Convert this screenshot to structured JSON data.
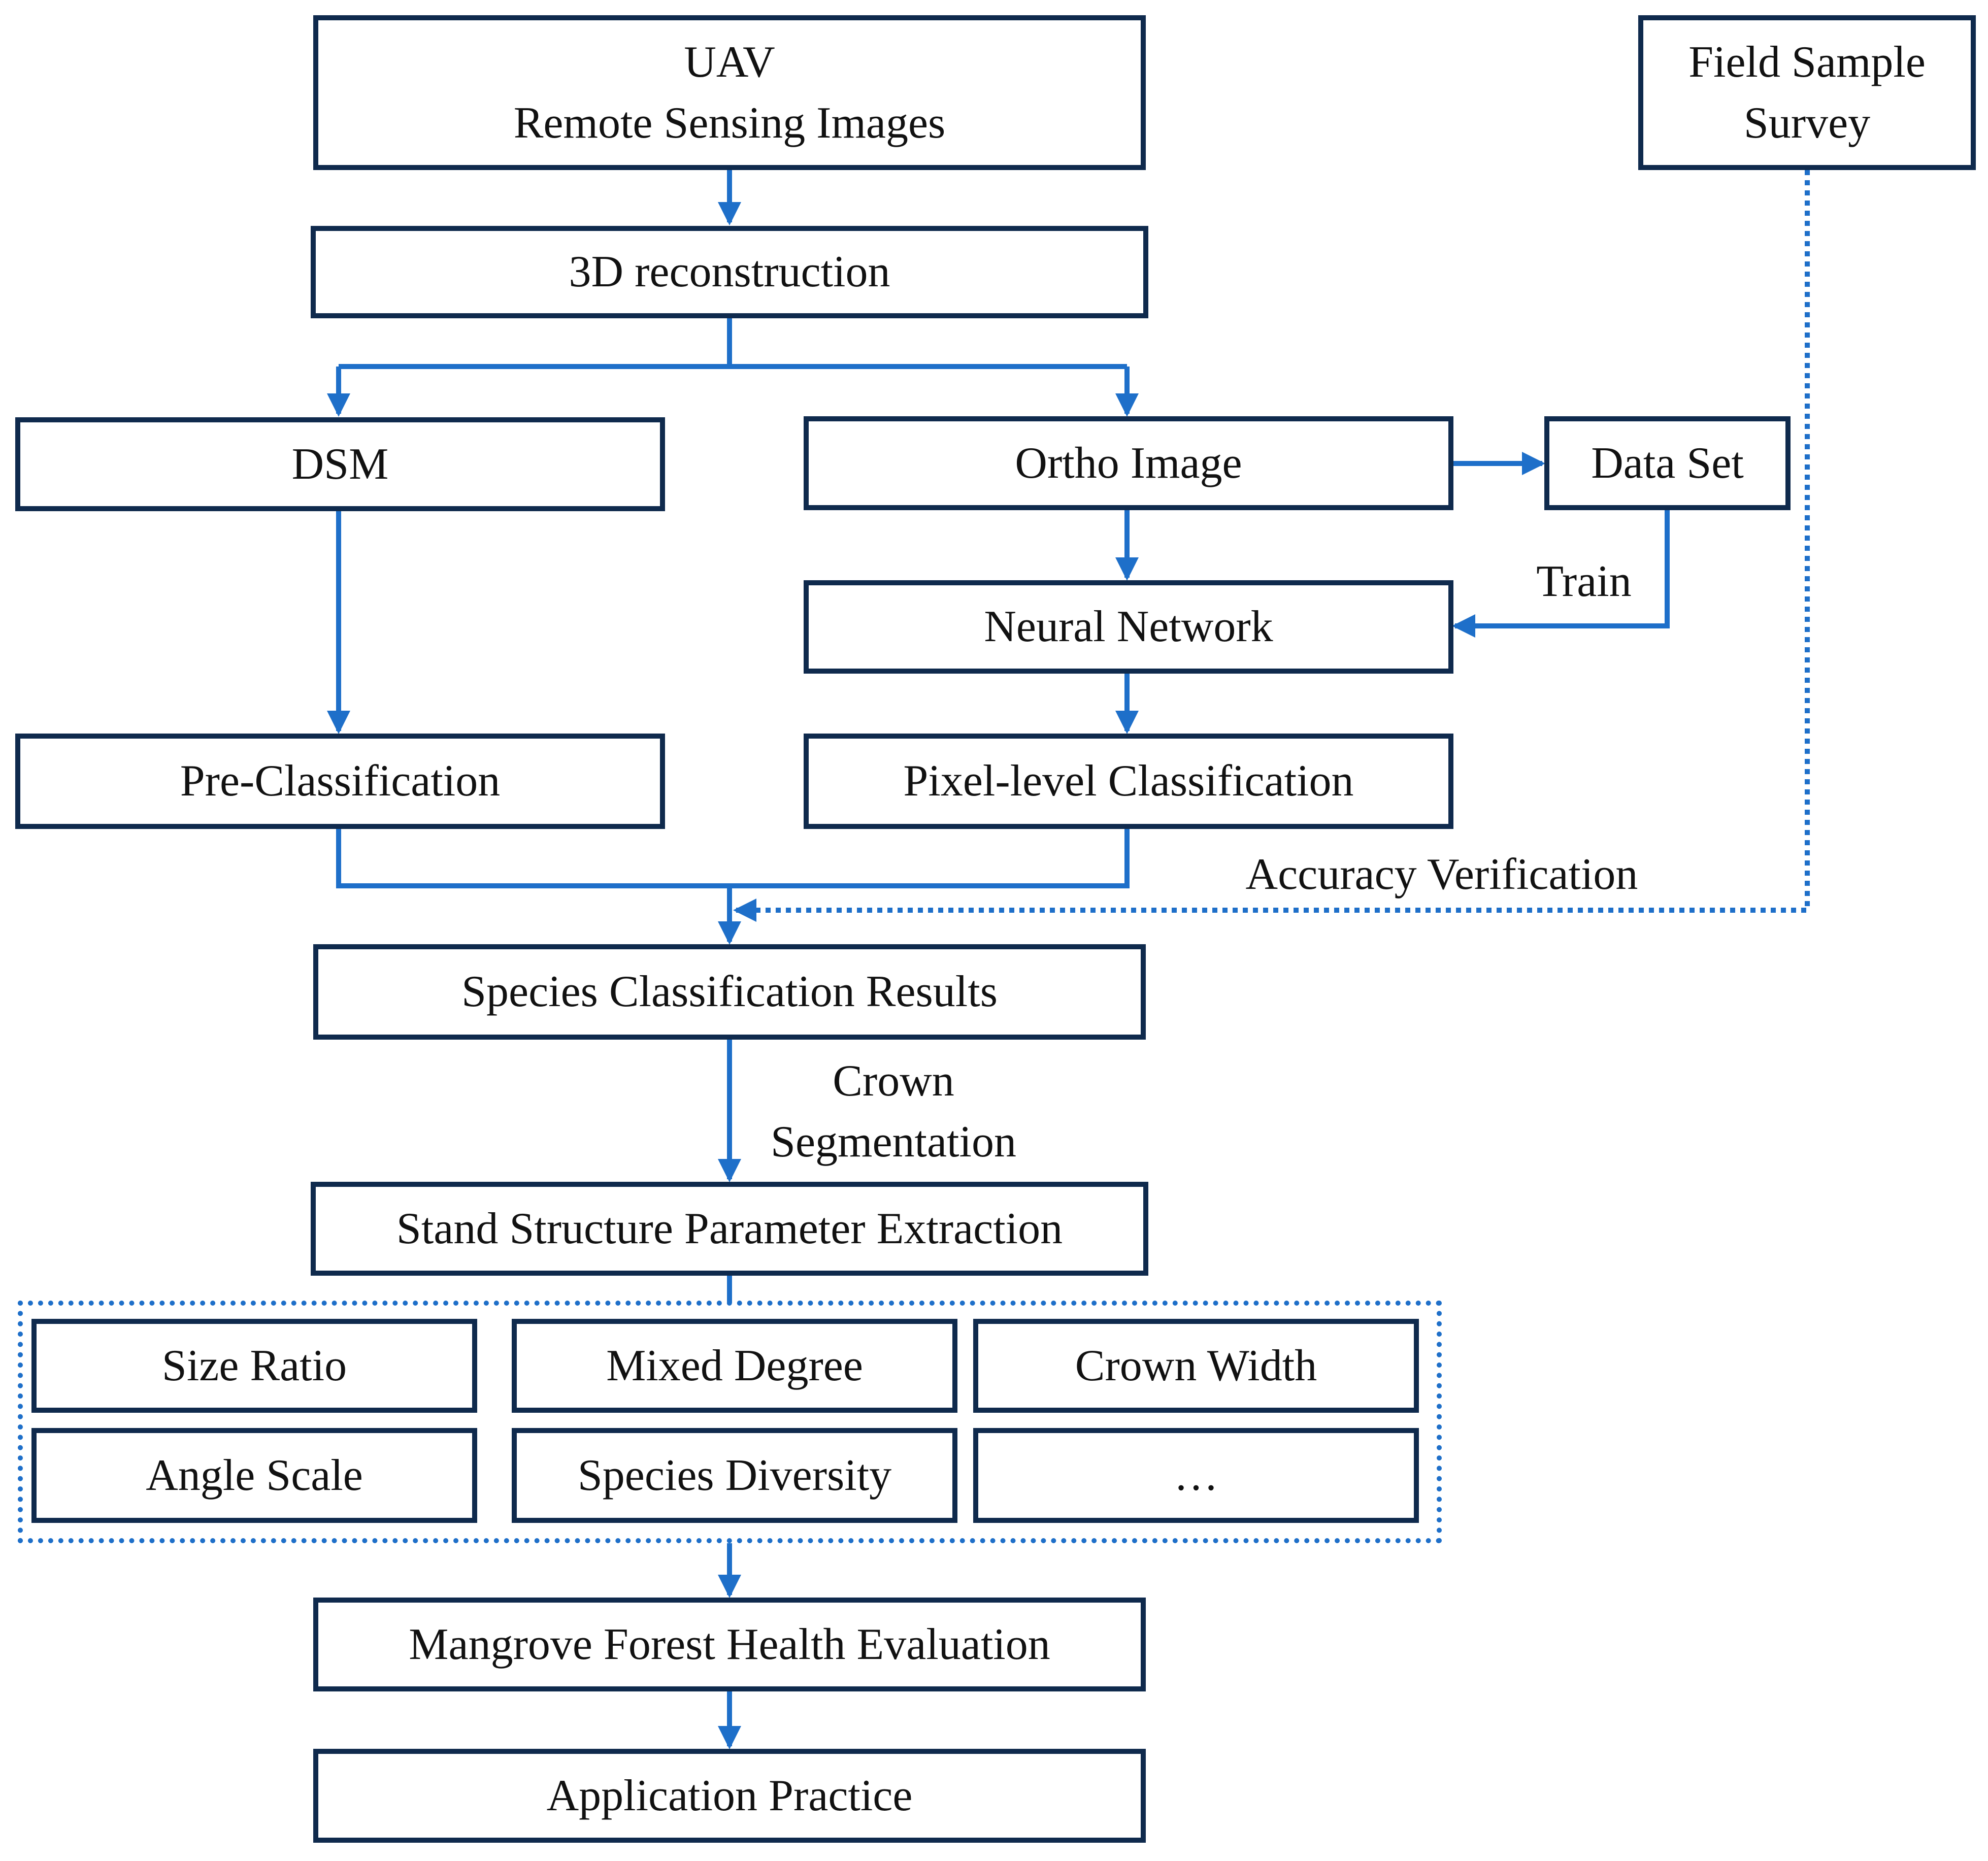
{
  "colors": {
    "box_border": "#0f2a4d",
    "arrow": "#1e6fc9",
    "text": "#111111"
  },
  "nodes": {
    "uav": "UAV\nRemote Sensing Images",
    "field_survey": "Field Sample\nSurvey",
    "reconstruction": "3D reconstruction",
    "dsm": "DSM",
    "ortho": "Ortho Image",
    "dataset": "Data Set",
    "neural_network": "Neural Network",
    "pre_classification": "Pre-Classification",
    "pixel_classification": "Pixel-level Classification",
    "species_results": "Species Classification Results",
    "stand_structure": "Stand Structure Parameter Extraction",
    "mangrove_health": "Mangrove Forest Health Evaluation",
    "application": "Application Practice"
  },
  "parameters": {
    "size_ratio": "Size Ratio",
    "mixed_degree": "Mixed Degree",
    "crown_width": "Crown Width",
    "angle_scale": "Angle Scale",
    "species_diversity": "Species Diversity",
    "ellipsis": "…"
  },
  "edge_labels": {
    "train": "Train",
    "accuracy": "Accuracy Verification",
    "crown_segmentation": "Crown\nSegmentation"
  }
}
